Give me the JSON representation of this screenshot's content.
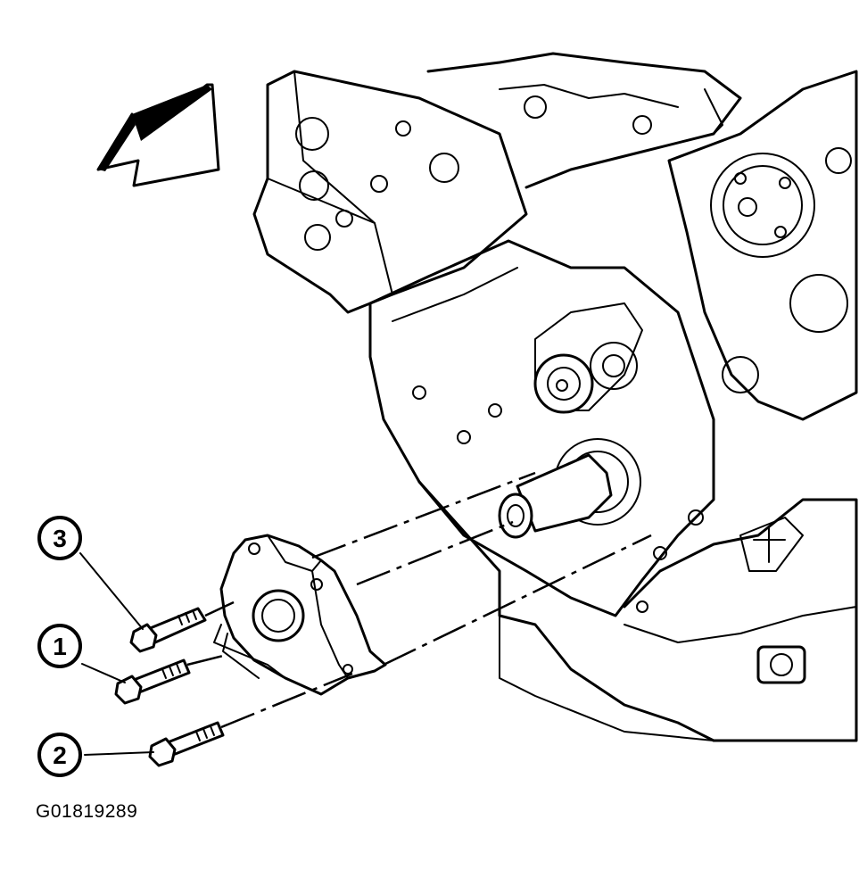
{
  "figure_id": "G01819289",
  "callouts": [
    {
      "id": "callout-3",
      "label": "3"
    },
    {
      "id": "callout-1",
      "label": "1"
    },
    {
      "id": "callout-2",
      "label": "2"
    }
  ],
  "icons": [
    "direction-arrow-icon",
    "bolt-icon",
    "engine-block-illustration",
    "oil-pump-cover-illustration"
  ]
}
